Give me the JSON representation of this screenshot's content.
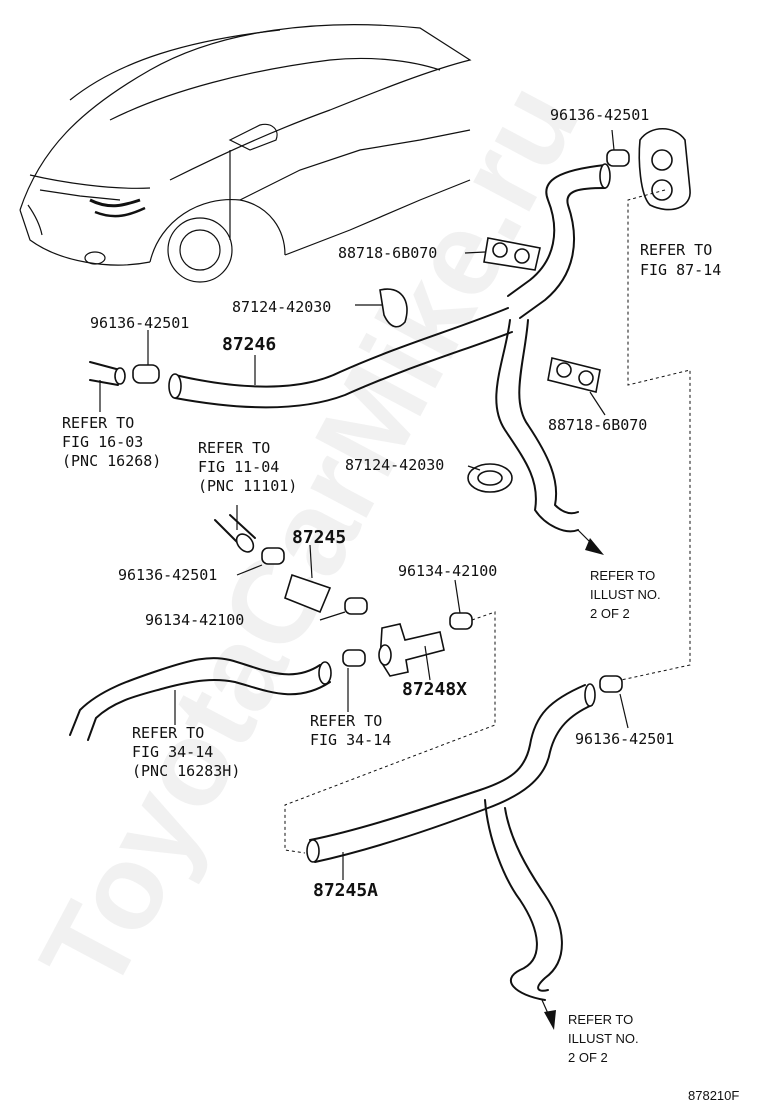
{
  "watermark": "ToyotaCarMike.ru",
  "figure_code": "878210F",
  "parts": {
    "clamp_top": "96136-42501",
    "grommet_ref1": "REFER TO",
    "grommet_ref2": "FIG 87-14",
    "holder_upper": "88718-6B070",
    "clamp_small_upper": "87124-42030",
    "clamp_left": "96136-42501",
    "hose_upper": "87246",
    "ref_16_1": "REFER TO",
    "ref_16_2": "FIG 16-03",
    "ref_16_3": "(PNC 16268)",
    "holder_mid": "88718-6B070",
    "clamp_small_mid": "87124-42030",
    "ref_11_1": "REFER TO",
    "ref_11_2": "FIG 11-04",
    "ref_11_3": "(PNC 11101)",
    "hose_short": "87245",
    "clamp_a": "96136-42501",
    "clamp_b_right": "96134-42100",
    "clamp_b_left": "96134-42100",
    "joint": "87248X",
    "ref_illust_1": "REFER TO",
    "ref_illust_2": "ILLUST NO.",
    "ref_illust_3": "2 OF 2",
    "ref_34a_1": "REFER TO",
    "ref_34a_2": "FIG 34-14",
    "ref_34a_3": "(PNC 16283H)",
    "ref_34b_1": "REFER TO",
    "ref_34b_2": "FIG 34-14",
    "clamp_lower": "96136-42501",
    "hose_lower": "87245A",
    "ref_illust_b1": "REFER TO",
    "ref_illust_b2": "ILLUST NO.",
    "ref_illust_b3": "2 OF 2"
  }
}
